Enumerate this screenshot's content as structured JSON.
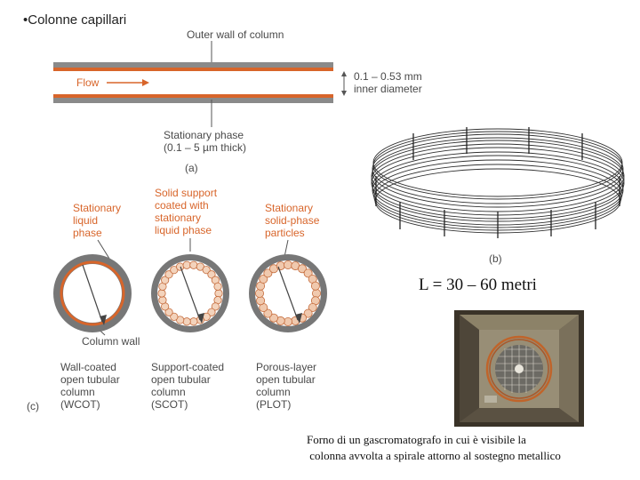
{
  "slide": {
    "title": "•Colonne capillari"
  },
  "column_section": {
    "outer_wall_label": "Outer wall of column",
    "flow_label": "Flow",
    "diameter_label_line1": "0.1 – 0.53 mm",
    "diameter_label_line2": "inner diameter",
    "stationary_phase_line1": "Stationary phase",
    "stationary_phase_line2": "(0.1 – 5 µm thick)",
    "panel_a": "(a)"
  },
  "coil_section": {
    "panel_b": "(b)"
  },
  "length_label": "L = 30 – 60 metri",
  "cross_sections": {
    "panel_c": "(c)",
    "column_wall_label": "Column wall",
    "types": [
      {
        "top_label": "Stationary\nliquid\nphase",
        "bottom_label": "Wall-coated\nopen tubular\ncolumn\n(WCOT)"
      },
      {
        "top_label": "Solid support\ncoated with\nstationary\nliquid phase",
        "bottom_label": "Support-coated\nopen tubular\ncolumn\n(SCOT)"
      },
      {
        "top_label": "Stationary\nsolid-phase\nparticles",
        "bottom_label": "Porous-layer\nopen tubular\ncolumn\n(PLOT)"
      }
    ]
  },
  "oven_caption": {
    "line1": "Forno di un gascromatografo in cui è visibile la",
    "line2": " colonna avvolta a spirale attorno al sostegno metallico"
  },
  "colors": {
    "tube_wall": "#8a8a8a",
    "stationary_phase": "#d8652a",
    "accent_text": "#d8652a"
  }
}
